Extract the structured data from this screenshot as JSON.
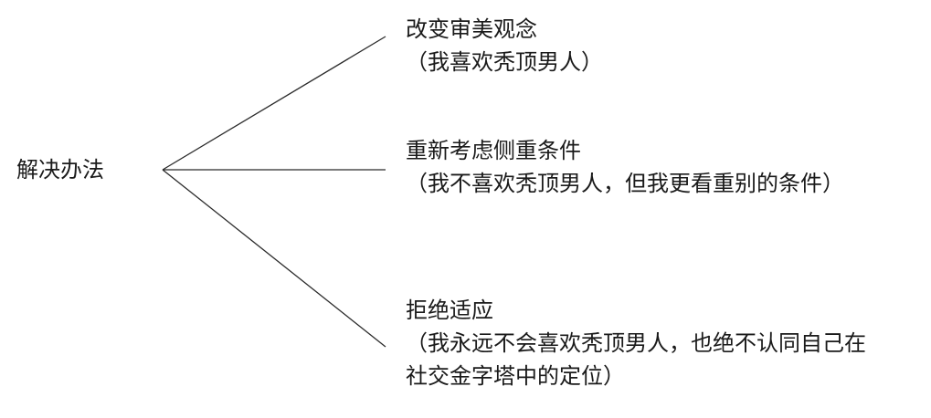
{
  "diagram": {
    "root": "解决办法",
    "branches": [
      {
        "title": "改变审美观念",
        "note_lines": [
          "（我喜欢秃顶男人）"
        ]
      },
      {
        "title": "重新考虑侧重条件",
        "note_lines": [
          "（我不喜欢秃顶男人，但我更看重别的条件）"
        ]
      },
      {
        "title": "拒绝适应",
        "note_lines": [
          "（我永远不会喜欢秃顶男人，也绝不认同自己在",
          "社交金字塔中的定位）"
        ]
      }
    ]
  }
}
